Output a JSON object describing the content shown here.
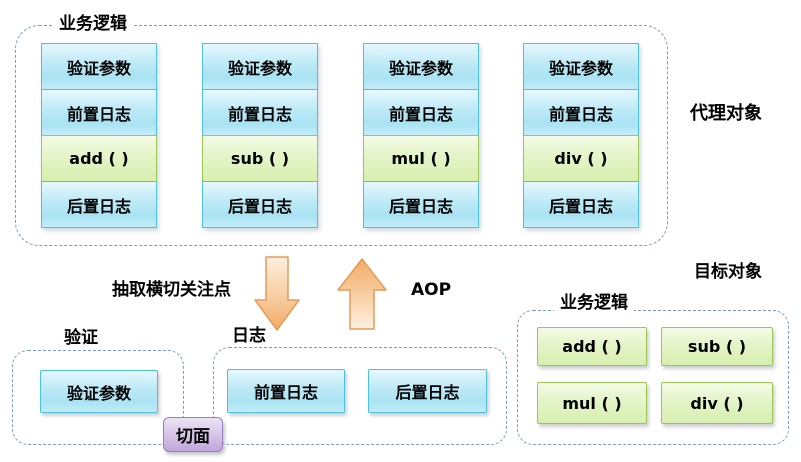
{
  "colors": {
    "blue_box_border": "#4fbfdf",
    "blue_box_top": "#e6f8fd",
    "blue_box_bottom": "#a9e3f3",
    "green_box_border": "#9cc653",
    "green_box_top": "#f5fbe6",
    "green_box_bottom": "#d7efaf",
    "purple_box_border": "#9b7fba",
    "purple_box_top": "#ece4f4",
    "purple_box_bottom": "#c0a5da",
    "arrow_fill_light": "#fbe4cb",
    "arrow_fill_dark": "#f2aa66",
    "arrow_border": "#e29c58",
    "dashed_border": "#7d9cc0"
  },
  "proxy_section": {
    "group_label": "业务逻辑",
    "side_label": "代理对象",
    "columns": [
      {
        "cells": [
          {
            "text": "验证参数"
          },
          {
            "text": "前置日志"
          },
          {
            "text": "add (  )"
          },
          {
            "text": "后置日志"
          }
        ]
      },
      {
        "cells": [
          {
            "text": "验证参数"
          },
          {
            "text": "前置日志"
          },
          {
            "text": "sub (  )"
          },
          {
            "text": "后置日志"
          }
        ]
      },
      {
        "cells": [
          {
            "text": "验证参数"
          },
          {
            "text": "前置日志"
          },
          {
            "text": "mul (  )"
          },
          {
            "text": "后置日志"
          }
        ]
      },
      {
        "cells": [
          {
            "text": "验证参数"
          },
          {
            "text": "前置日志"
          },
          {
            "text": "div (  )"
          },
          {
            "text": "后置日志"
          }
        ]
      }
    ]
  },
  "middle": {
    "extract_label": "抽取横切关注点",
    "aop_label": "AOP",
    "down_arrow_icon": "down-arrow",
    "up_arrow_icon": "up-arrow"
  },
  "validation_group": {
    "group_label": "验证",
    "items": [
      {
        "text": "验证参数"
      }
    ]
  },
  "log_group": {
    "group_label": "日志",
    "items": [
      {
        "text": "前置日志"
      },
      {
        "text": "后置日志"
      }
    ]
  },
  "aspect_badge": {
    "label": "切面"
  },
  "target_section": {
    "side_label": "目标对象",
    "group_label": "业务逻辑",
    "methods": [
      {
        "text": "add (  )"
      },
      {
        "text": "sub (  )"
      },
      {
        "text": "mul (  )"
      },
      {
        "text": "div (  )"
      }
    ]
  }
}
